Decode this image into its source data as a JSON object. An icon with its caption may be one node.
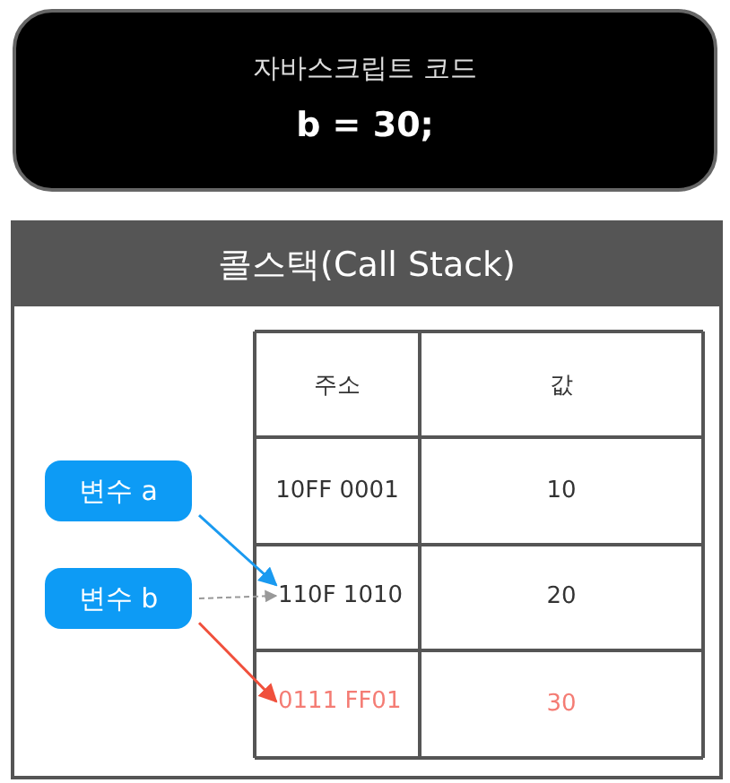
{
  "diagram": {
    "nodes": [
      {
        "text": [
          "자바스크립트 코드",
          "b = 30;"
        ]
      },
      {
        "text": [
          "콜스택(Call Stack)"
        ]
      },
      {
        "text": [
          "변수 a"
        ],
        "in": 1
      },
      {
        "text": [
          "변수 b"
        ],
        "in": 1
      },
      {
        "text": [
          "110F 1010"
        ],
        "in": 1
      },
      {
        "text": [
          "0111 FF01"
        ],
        "in": 1
      }
    ],
    "edges": [
      {
        "from": 2,
        "to": 4,
        "arrow": "to",
        "color": "#1a9af0"
      },
      {
        "from": 3,
        "to": 4,
        "arrow": "to",
        "style": "dashed",
        "color": "#999999"
      },
      {
        "from": 3,
        "to": 5,
        "arrow": "to",
        "color": "#f0503c"
      }
    ],
    "labels": [
      "주소",
      "값",
      "10FF 0001",
      "10",
      "20",
      "30"
    ]
  }
}
